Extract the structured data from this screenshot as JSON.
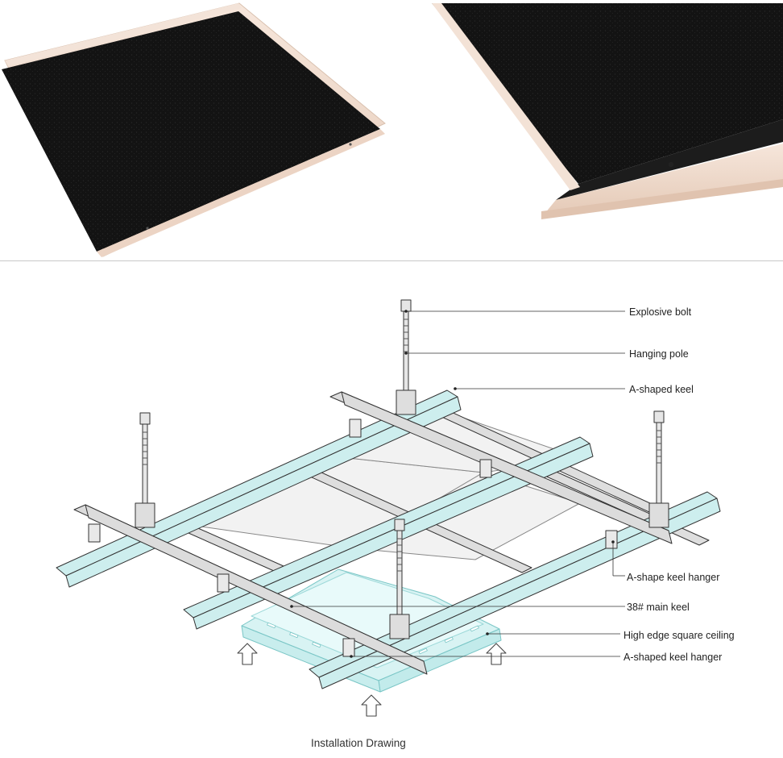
{
  "photos": [
    {
      "icon": "black-ceiling-panel-full-view"
    },
    {
      "icon": "black-ceiling-panel-edge-closeup"
    }
  ],
  "diagram": {
    "callouts": [
      "Explosive bolt",
      "Hanging pole",
      "A-shaped keel",
      "A-shape keel hanger",
      "38# main keel",
      "High edge square ceiling",
      "A-shaped keel hanger"
    ],
    "caption": "Installation Drawing",
    "colors": {
      "a_keel": "#cdeeee",
      "main_keel": "#dcdcdc",
      "panel": "#f2f2f2",
      "ceiling_tile": "#d8f3f3",
      "line": "#333333"
    }
  }
}
